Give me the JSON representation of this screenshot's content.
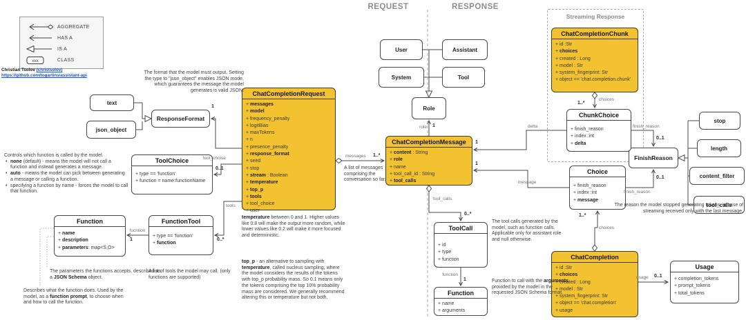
{
  "headers": {
    "request": "REQUEST",
    "response": "RESPONSE",
    "streaming": "Streaming Response"
  },
  "legend": {
    "class_symbol": "xxx",
    "items": [
      {
        "label": "AGGREGATE"
      },
      {
        "label": "HAS A"
      },
      {
        "label": "IS A"
      },
      {
        "label": "CLASS"
      }
    ]
  },
  "credits": {
    "author": "Christian Tsolov",
    "handle": "(christsolov)",
    "url": "https://github.com/togartins/assistant-api"
  },
  "classes": {
    "chatCompletionRequest": {
      "title": "ChatCompletionRequest",
      "fields": [
        {
          "b": "messages"
        },
        {
          "b": "model"
        },
        {
          "t": "frequency_penalty"
        },
        {
          "t": "logitBias"
        },
        {
          "t": "maxTokens"
        },
        {
          "t": "n"
        },
        {
          "t": "presence_penalty"
        },
        {
          "b": "response_format"
        },
        {
          "t": "seed"
        },
        {
          "t": "stop"
        },
        {
          "b": "stream",
          "t": " : Boolean"
        },
        {
          "b": "temperature"
        },
        {
          "b": "top_p"
        },
        {
          "b": "tools"
        },
        {
          "t": "tool_choice"
        },
        {
          "t": "user"
        }
      ]
    },
    "toolChoice": {
      "title": "ToolChoice",
      "fields": [
        {
          "t": "type == 'function'"
        },
        {
          "t": "function = name:functionName"
        }
      ]
    },
    "functionParams": {
      "title": "Function",
      "fields": [
        {
          "b": "name"
        },
        {
          "b": "description"
        },
        {
          "b": "parameters",
          "t": ": map<S,O>"
        }
      ]
    },
    "functionTool": {
      "title": "FunctionTool",
      "fields": [
        {
          "t": "type == 'function'"
        },
        {
          "b": "function"
        }
      ]
    },
    "chatCompletionMessage": {
      "title": "ChatCompletionMessage",
      "fields": [
        {
          "b": "content",
          "t": " : String"
        },
        {
          "b": "role"
        },
        {
          "t": "name"
        },
        {
          "t": "tool_call_id : String"
        },
        {
          "b": "tool_calls"
        }
      ]
    },
    "toolCall": {
      "title": "ToolCall",
      "fields": [
        {
          "t": "id"
        },
        {
          "t": "type"
        },
        {
          "t": "function"
        }
      ]
    },
    "functionCall": {
      "title": "Function",
      "fields": [
        {
          "t": "name"
        },
        {
          "t": "arguments"
        }
      ]
    },
    "chatCompletionChunk": {
      "title": "ChatCompletionChunk",
      "fields": [
        {
          "t": "id :Str"
        },
        {
          "b": "choices"
        },
        {
          "t": "created : Long"
        },
        {
          "t": "model : Str"
        },
        {
          "t": "system_fingerprint: Str"
        },
        {
          "t": "object == 'chat.completion.chunk'"
        }
      ]
    },
    "chunkChoice": {
      "title": "ChunkChoice",
      "fields": [
        {
          "t": "finish_reason"
        },
        {
          "t": "index :int"
        },
        {
          "b": "delta"
        }
      ]
    },
    "choice": {
      "title": "Choice",
      "fields": [
        {
          "t": "finish_reason"
        },
        {
          "t": "index :int"
        },
        {
          "b": "message"
        }
      ]
    },
    "chatCompletion": {
      "title": "ChatCompletion",
      "fields": [
        {
          "t": "id :Str"
        },
        {
          "b": "choices"
        },
        {
          "t": "created : Long"
        },
        {
          "t": "model : Str"
        },
        {
          "t": "system_fingerprint: Str"
        },
        {
          "t": "object == 'chat.completion'"
        },
        {
          "t": "usage"
        }
      ]
    },
    "usage": {
      "title": "Usage",
      "fields": [
        {
          "t": "completion_tokens"
        },
        {
          "t": "prompt_tokens"
        },
        {
          "t": "total_tokens"
        }
      ]
    }
  },
  "simple": {
    "text_box": "text",
    "json_object": "json_object",
    "response_format": "ResponseFormat",
    "user": "User",
    "assistant": "Assistant",
    "system": "System",
    "tool": "Tool",
    "role": "Role",
    "finish_reason": "FinishReason",
    "stop": "stop",
    "length": "length",
    "content_filter": "content_filter",
    "tool_calls": "tool_calls"
  },
  "edges": {
    "response_format_mult": "1",
    "tool_choice": "tool_choise",
    "tool_choice_mult": "0..1",
    "tools": "tools",
    "tools_mult": "0..*",
    "function_left": "fucntion",
    "function_left_mult": "1",
    "messages": "messages",
    "messages_mult": "1..*",
    "role": "role",
    "role_mult": "1",
    "delta": "delta",
    "delta_mult": "1",
    "message": "message",
    "message_mult": "1",
    "tool_calls": "tool_calls",
    "tool_calls_mult": "0..*",
    "function_bottom": "function",
    "function_bottom_mult": "1",
    "choices_chunk": "choices",
    "choices_chunk_mult": "1..*",
    "finish_reason_top": "finish_reason",
    "finish_reason_top_mult": "0..1",
    "finish_reason_bottom": "finish_reason",
    "finish_reason_bottom_mult": "0..1",
    "choices": "choices",
    "choices_mult": "1..*",
    "usage": "usage",
    "usage_mult": "0..1"
  },
  "notes": {
    "fmt": [
      {
        "t": "The format that the model must output. Setting the type to \"json_object\" enables JSON mode, which guarantees the message the model generates is valid JSON."
      }
    ],
    "controls_lead": [
      {
        "t": "Controls which function is called by the model."
      }
    ],
    "controls_b1": [
      {
        "b": "none"
      },
      {
        "t": " (default) - means the model will not call a function and instead generates a message."
      }
    ],
    "controls_b2": [
      {
        "b": "auto"
      },
      {
        "t": " - means the model can pick between generating a message or calling a function."
      }
    ],
    "controls_b3": [
      {
        "t": "specifying a function by name - forces the model to call that function."
      }
    ],
    "params": [
      {
        "t": "The parameters the functions accepts, described as a "
      },
      {
        "b": "JSON Schema"
      },
      {
        "t": " object."
      }
    ],
    "describes": [
      {
        "t": "Describes what the function does. Used by the model, as a "
      },
      {
        "b": "function prompt"
      },
      {
        "t": ", to choose when and how to call the function."
      }
    ],
    "tools_list": [
      {
        "t": "A list of tools the model may call. (only functions are supported)"
      }
    ],
    "temperature": [
      {
        "b": "temperature"
      },
      {
        "t": " between 0 and 1. Higher values like 0.8 will make the output more random, while lower values like 0.2 will make it more focused and deterministic."
      }
    ],
    "top_p": [
      {
        "b": "top_p"
      },
      {
        "t": " - an alternative to sampling with "
      },
      {
        "b": "temperature"
      },
      {
        "t": ", called nucleus sampling, where the model considers the results of the tokens with top_p probability mass. So 0.1 means only the tokens comprising the top 10% probability mass are considered. We generally recommend altering this or temperature but not both."
      }
    ],
    "messages_note": [
      {
        "t": "A list of messages comprising the conversation so far."
      }
    ],
    "tool_calls_note": [
      {
        "t": "The tool calls generated by the model, such as function calls. Applicable only for assistant role and null otherwise."
      }
    ],
    "function_note": [
      {
        "t": "Function to call with  the "
      },
      {
        "b": "arguments"
      },
      {
        "t": " provided by the model in the requested JSON Schema format."
      }
    ],
    "finish_note": [
      {
        "t": "The reason the model stopped generating tokens, in case of streaming received only with the last message."
      }
    ]
  }
}
